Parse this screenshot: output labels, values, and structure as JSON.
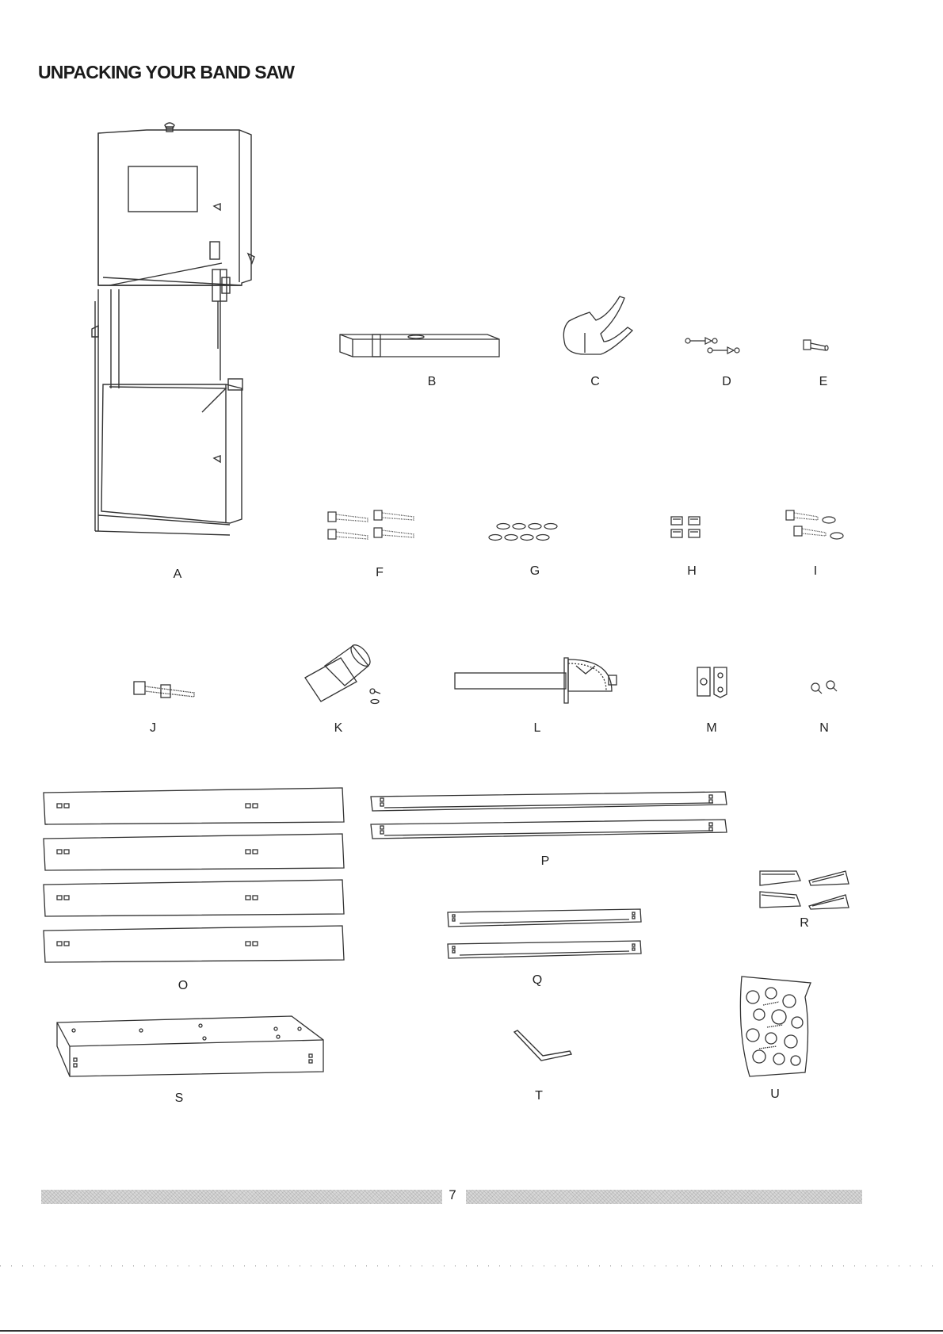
{
  "page": {
    "title": "UNPACKING YOUR BAND SAW",
    "page_number": "7"
  },
  "parts": [
    {
      "label": "A",
      "item": "band-saw"
    },
    {
      "label": "B",
      "item": "table-insert"
    },
    {
      "label": "C",
      "item": "trunnion-clamp"
    },
    {
      "label": "D",
      "item": "wing-bolts"
    },
    {
      "label": "E",
      "item": "bolt"
    },
    {
      "label": "F",
      "item": "carriage-bolts"
    },
    {
      "label": "G",
      "item": "washers"
    },
    {
      "label": "H",
      "item": "hex-nuts"
    },
    {
      "label": "I",
      "item": "bolts-with-nuts"
    },
    {
      "label": "J",
      "item": "leveling-bolt"
    },
    {
      "label": "K",
      "item": "dust-port"
    },
    {
      "label": "L",
      "item": "miter-gauge"
    },
    {
      "label": "M",
      "item": "brackets"
    },
    {
      "label": "N",
      "item": "screws"
    },
    {
      "label": "O",
      "item": "leg-panels"
    },
    {
      "label": "P",
      "item": "long-rails"
    },
    {
      "label": "Q",
      "item": "short-rails"
    },
    {
      "label": "R",
      "item": "feet"
    },
    {
      "label": "S",
      "item": "stand-top"
    },
    {
      "label": "T",
      "item": "hex-key"
    },
    {
      "label": "U",
      "item": "hardware-bag"
    }
  ]
}
